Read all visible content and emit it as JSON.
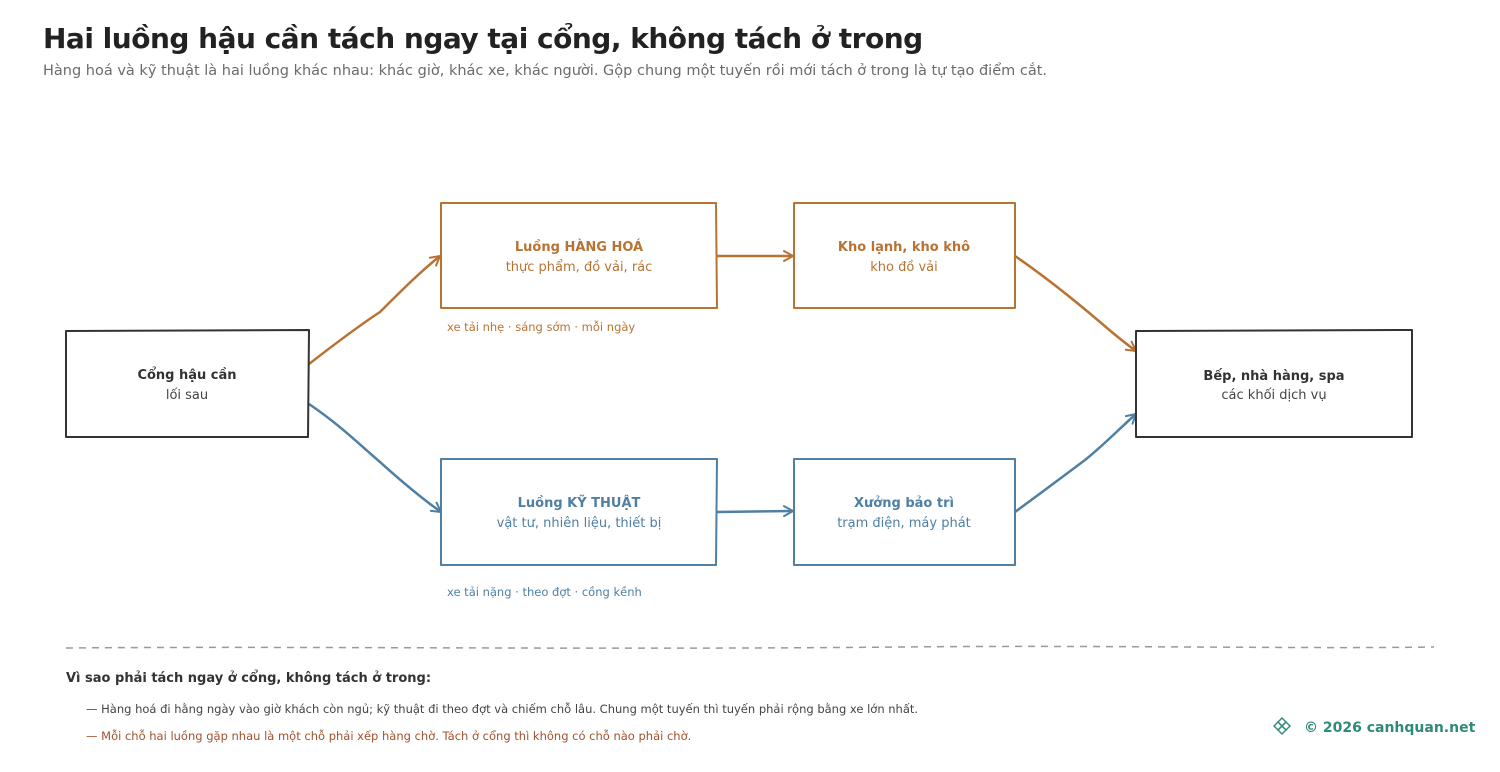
{
  "header": {
    "title": "Hai luồng hậu cần tách ngay tại cổng, không tách ở trong",
    "subtitle": "Hàng hoá và kỹ thuật là hai luồng khác nhau: khác giờ, khác xe, khác người. Gộp chung một tuyến rồi mới tách ở trong là tự tạo điểm cắt."
  },
  "colors": {
    "goods": "#b87333",
    "tech": "#4f7fa3",
    "neutral": "#333333",
    "footer": "#2e8a7a",
    "warning_text": "#a0522d"
  },
  "nodes": {
    "gate": {
      "label": "Cổng hậu cần",
      "sub": "lối sau"
    },
    "goods_flow": {
      "label": "Luồng HÀNG HOÁ",
      "sub": "thực phẩm, đồ vải, rác"
    },
    "storage": {
      "label": "Kho lạnh, kho khô",
      "sub": "kho đồ vải"
    },
    "services": {
      "label": "Bếp, nhà hàng, spa",
      "sub": "các khối dịch vụ"
    },
    "tech_flow": {
      "label": "Luồng KỸ THUẬT",
      "sub": "vật tư, nhiên liệu, thiết bị"
    },
    "workshop": {
      "label": "Xưởng bảo trì",
      "sub": "trạm điện, máy phát"
    }
  },
  "notes": {
    "goods": "xe tải nhẹ · sáng sớm · mỗi ngày",
    "tech": "xe tải nặng · theo đợt · cồng kềnh"
  },
  "why": {
    "title": "Vì sao phải tách ngay ở cổng, không tách ở trong:",
    "lines": [
      "— Hàng hoá đi hằng ngày vào giờ khách còn ngủ; kỹ thuật đi theo đợt và chiếm chỗ lâu. Chung một tuyến thì tuyến phải rộng bằng xe lớn nhất.",
      "— Mỗi chỗ hai luồng gặp nhau là một chỗ phải xếp hàng chờ. Tách ở cổng thì không có chỗ nào phải chờ."
    ]
  },
  "footer": {
    "logo_icon": "leaf-grid-icon",
    "text": "© 2026 canhquan.net"
  }
}
